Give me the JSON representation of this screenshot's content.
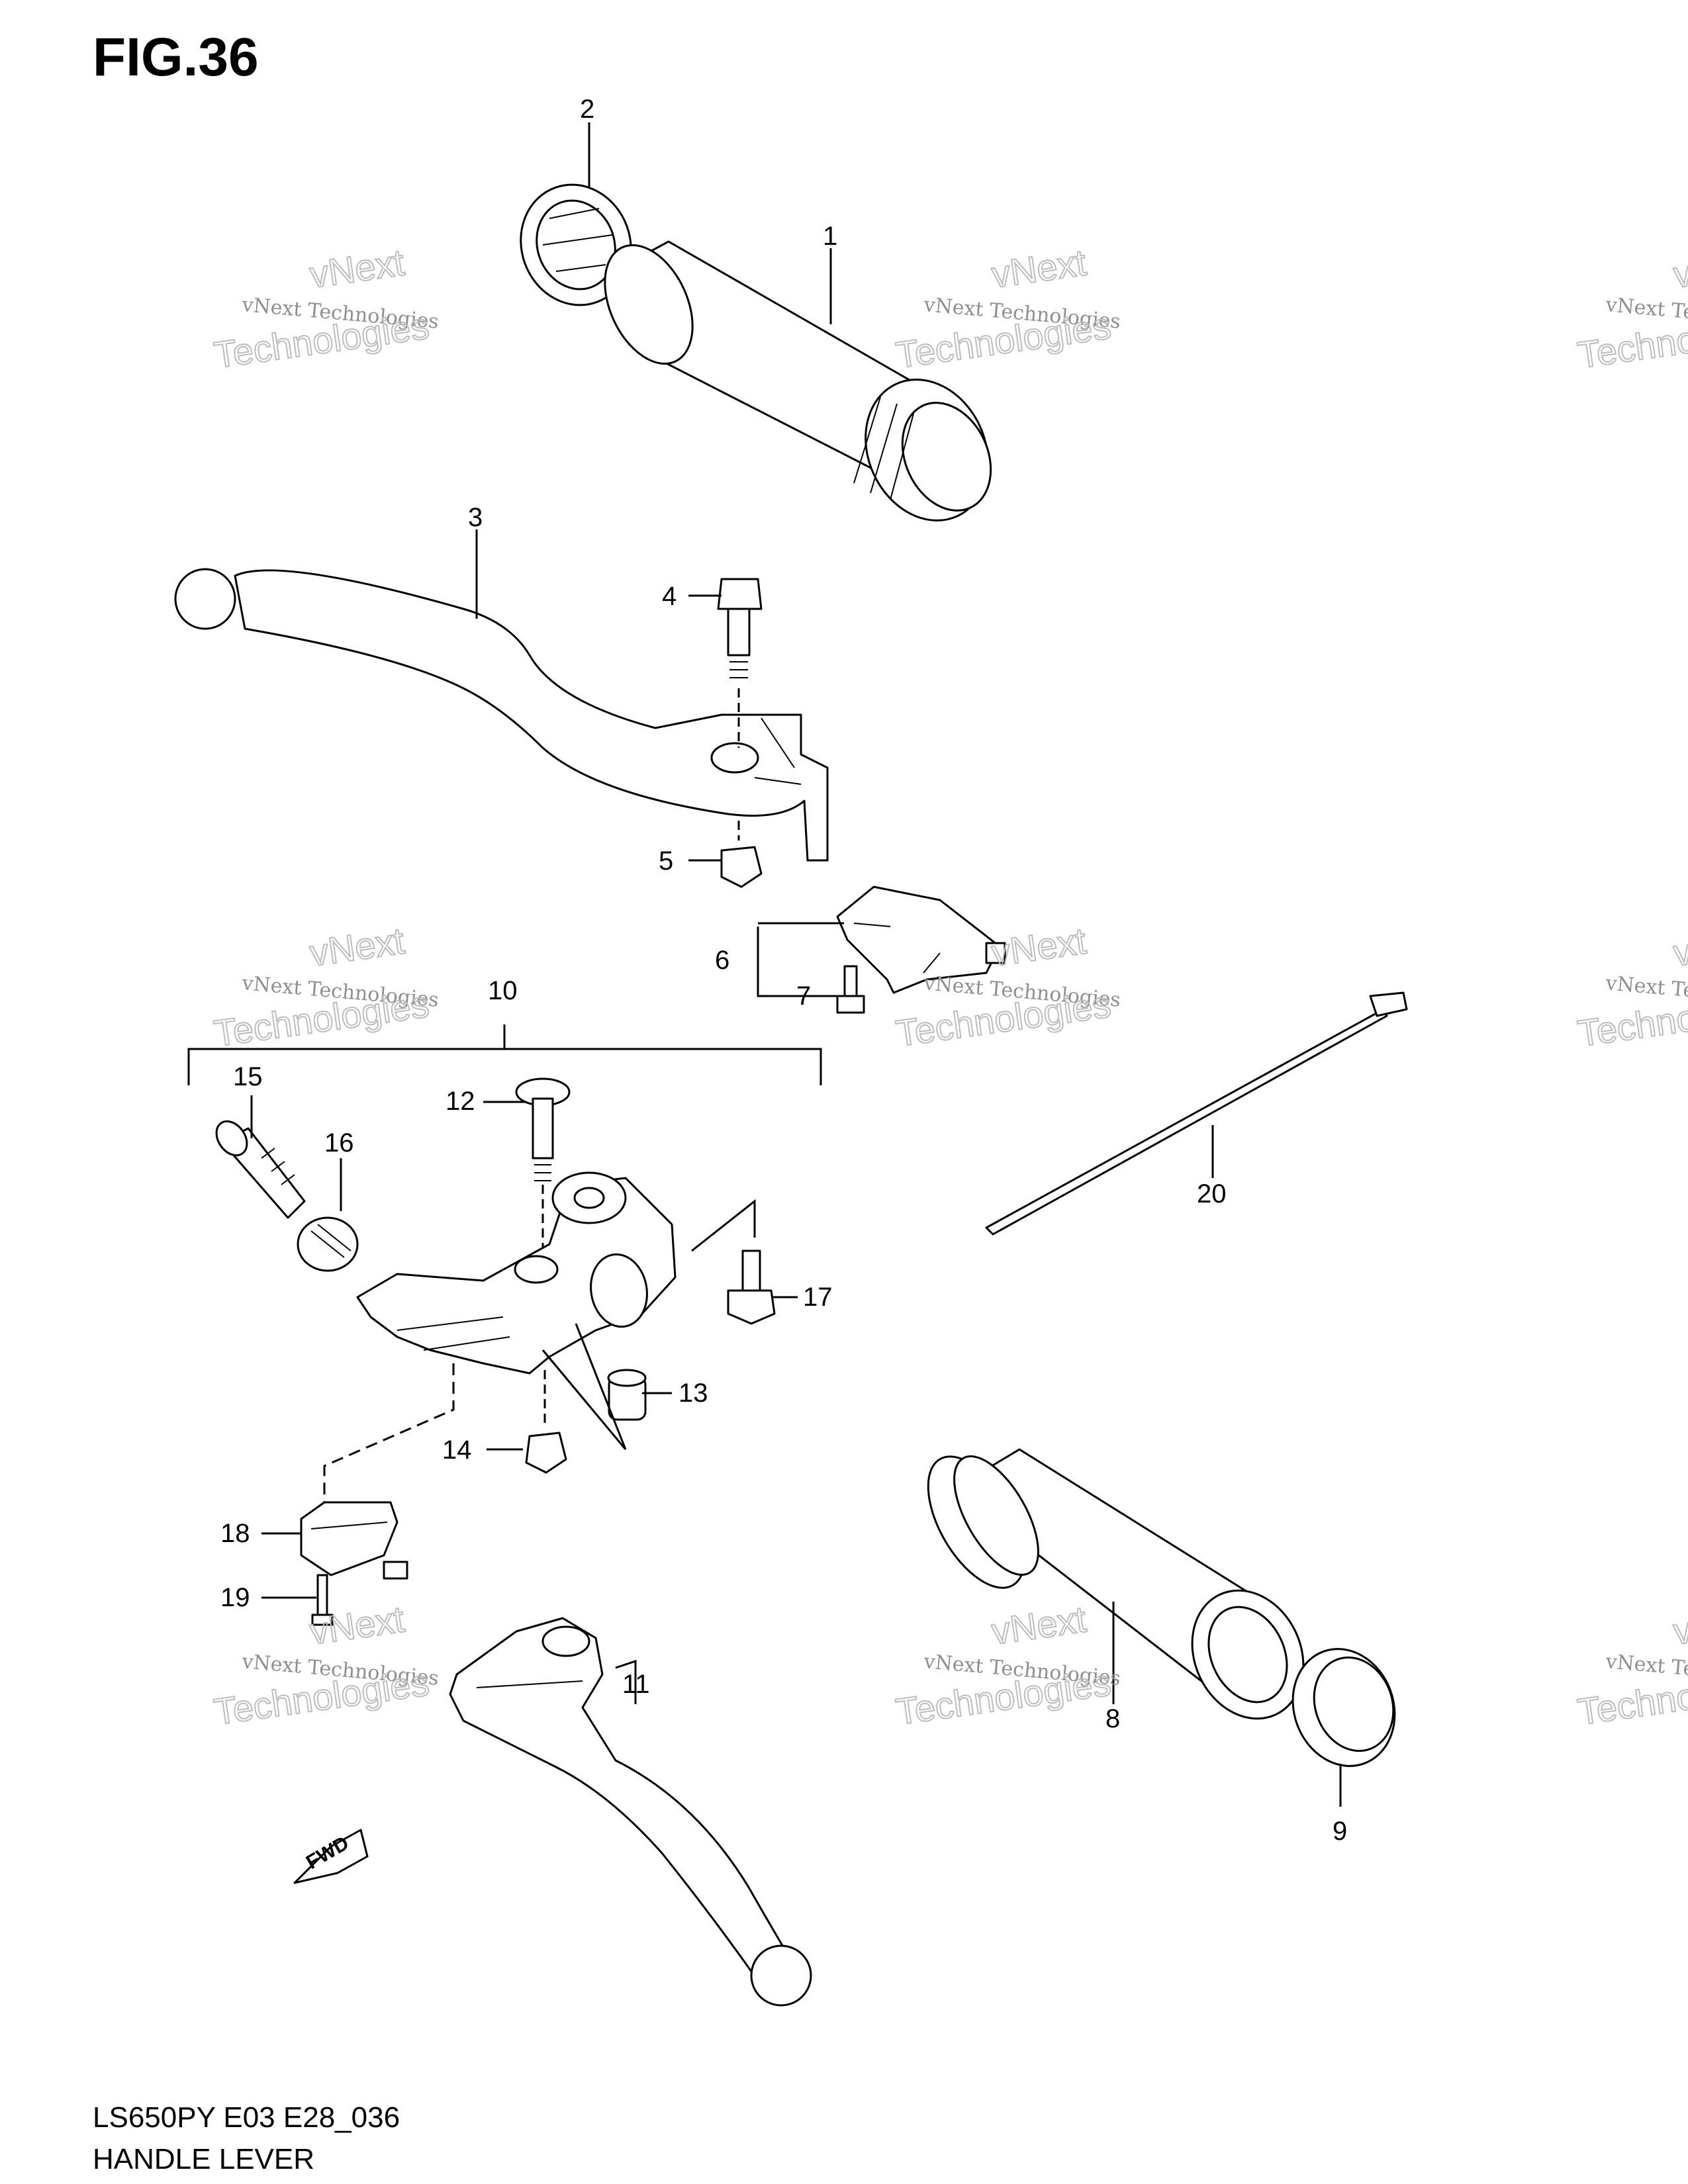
{
  "figure": {
    "title": "FIG.36",
    "model_code": "LS650PY E03 E28_036",
    "caption": "HANDLE LEVER"
  },
  "watermark": {
    "line1": "vNext Technologies",
    "line2a": "vNext",
    "line2b": "Technologies"
  },
  "callouts": [
    "1",
    "2",
    "3",
    "4",
    "5",
    "6",
    "7",
    "8",
    "9",
    "10",
    "11",
    "12",
    "13",
    "14",
    "15",
    "16",
    "17",
    "18",
    "19",
    "20"
  ],
  "direction_label": "FWD"
}
